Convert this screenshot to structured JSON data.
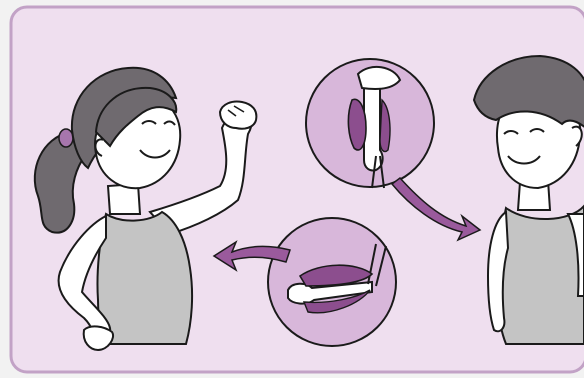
{
  "panel": {
    "background": "#efdfef",
    "border": "#c2a2c6"
  },
  "figures": {
    "left_person": "girl-flexing-arm",
    "right_person": "boy-arms-relaxed",
    "skin": "#ffffff",
    "hair": "#6f6a6f",
    "tank_top": "#c4c4c4",
    "outline": "#1a1a1a",
    "hair_tie": "#a776ad"
  },
  "insets": {
    "circle_fill": "#d8b7da",
    "muscle": "#8c4e8e",
    "arrow": "#9a5a9c",
    "top_inset": "straight-arm-muscle",
    "bottom_inset": "bent-arm-muscle"
  }
}
